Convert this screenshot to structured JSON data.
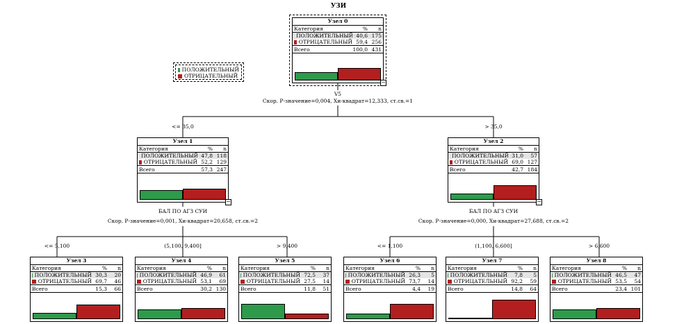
{
  "title": "УЗИ",
  "header": {
    "category": "Категория",
    "pct": "%",
    "n": "n",
    "total": "Всего"
  },
  "categories": [
    {
      "name": "ПОЛОЖИТЕЛЬНЫЙ",
      "color": "#2e9a4c"
    },
    {
      "name": "ОТРИЦАТЕЛЬНЫЙ",
      "color": "#b31f1f"
    }
  ],
  "legend": {
    "items": [
      "ПОЛОЖИТЕЛЬНЫЙ",
      "ОТРИЦАТЕЛЬНЫЙ"
    ]
  },
  "nodes": [
    {
      "id": 0,
      "label": "Узел 0",
      "rows": [
        {
          "pct": "40,6",
          "n": "175"
        },
        {
          "pct": "59,4",
          "n": "256"
        }
      ],
      "total_pct": "100,0",
      "total_n": "431",
      "g": 40.6,
      "r": 59.4
    },
    {
      "id": 1,
      "label": "Узел 1",
      "rows": [
        {
          "pct": "47,8",
          "n": "118"
        },
        {
          "pct": "52,2",
          "n": "129"
        }
      ],
      "total_pct": "57,3",
      "total_n": "247",
      "g": 47.8,
      "r": 52.2
    },
    {
      "id": 2,
      "label": "Узел 2",
      "rows": [
        {
          "pct": "31,0",
          "n": "57"
        },
        {
          "pct": "69,0",
          "n": "127"
        }
      ],
      "total_pct": "42,7",
      "total_n": "184",
      "g": 31.0,
      "r": 69.0
    },
    {
      "id": 3,
      "label": "Узел 3",
      "rows": [
        {
          "pct": "30,3",
          "n": "20"
        },
        {
          "pct": "69,7",
          "n": "46"
        }
      ],
      "total_pct": "15,3",
      "total_n": "66",
      "g": 30.3,
      "r": 69.7
    },
    {
      "id": 4,
      "label": "Узел 4",
      "rows": [
        {
          "pct": "46,9",
          "n": "61"
        },
        {
          "pct": "53,1",
          "n": "69"
        }
      ],
      "total_pct": "30,2",
      "total_n": "130",
      "g": 46.9,
      "r": 53.1
    },
    {
      "id": 5,
      "label": "Узел 5",
      "rows": [
        {
          "pct": "72,5",
          "n": "37"
        },
        {
          "pct": "27,5",
          "n": "14"
        }
      ],
      "total_pct": "11,8",
      "total_n": "51",
      "g": 72.5,
      "r": 27.5
    },
    {
      "id": 6,
      "label": "Узел 6",
      "rows": [
        {
          "pct": "26,3",
          "n": "5"
        },
        {
          "pct": "73,7",
          "n": "14"
        }
      ],
      "total_pct": "4,4",
      "total_n": "19",
      "g": 26.3,
      "r": 73.7
    },
    {
      "id": 7,
      "label": "Узел 7",
      "rows": [
        {
          "pct": "7,8",
          "n": "5"
        },
        {
          "pct": "92,2",
          "n": "59"
        }
      ],
      "total_pct": "14,8",
      "total_n": "64",
      "g": 7.8,
      "r": 92.2
    },
    {
      "id": 8,
      "label": "Узел 8",
      "rows": [
        {
          "pct": "46,5",
          "n": "47"
        },
        {
          "pct": "53,5",
          "n": "54"
        }
      ],
      "total_pct": "23,4",
      "total_n": "101",
      "g": 46.5,
      "r": 53.5
    }
  ],
  "splits": [
    {
      "var": "V5",
      "stat": "Скор. Р-значение=0,004, Хи-квадрат=12,333, ст.св.=1"
    },
    {
      "var": "БАЛ ПО АГЗ СУИ",
      "stat": "Скор. Р-значение=0,001, Хи-квадрат=20,658, ст.св.=2"
    },
    {
      "var": "БАЛ ПО АГЗ СУИ",
      "stat": "Скор. Р-значение=0,000, Хи-квадрат=27,688, ст.св.=2"
    }
  ],
  "branches": [
    "<= 35,0",
    "> 35,0",
    "<= 5,100",
    "(5,100, 9,400]",
    "> 9,400",
    "<= 1,100",
    "(1,100, 6,600]",
    "> 6,600"
  ]
}
